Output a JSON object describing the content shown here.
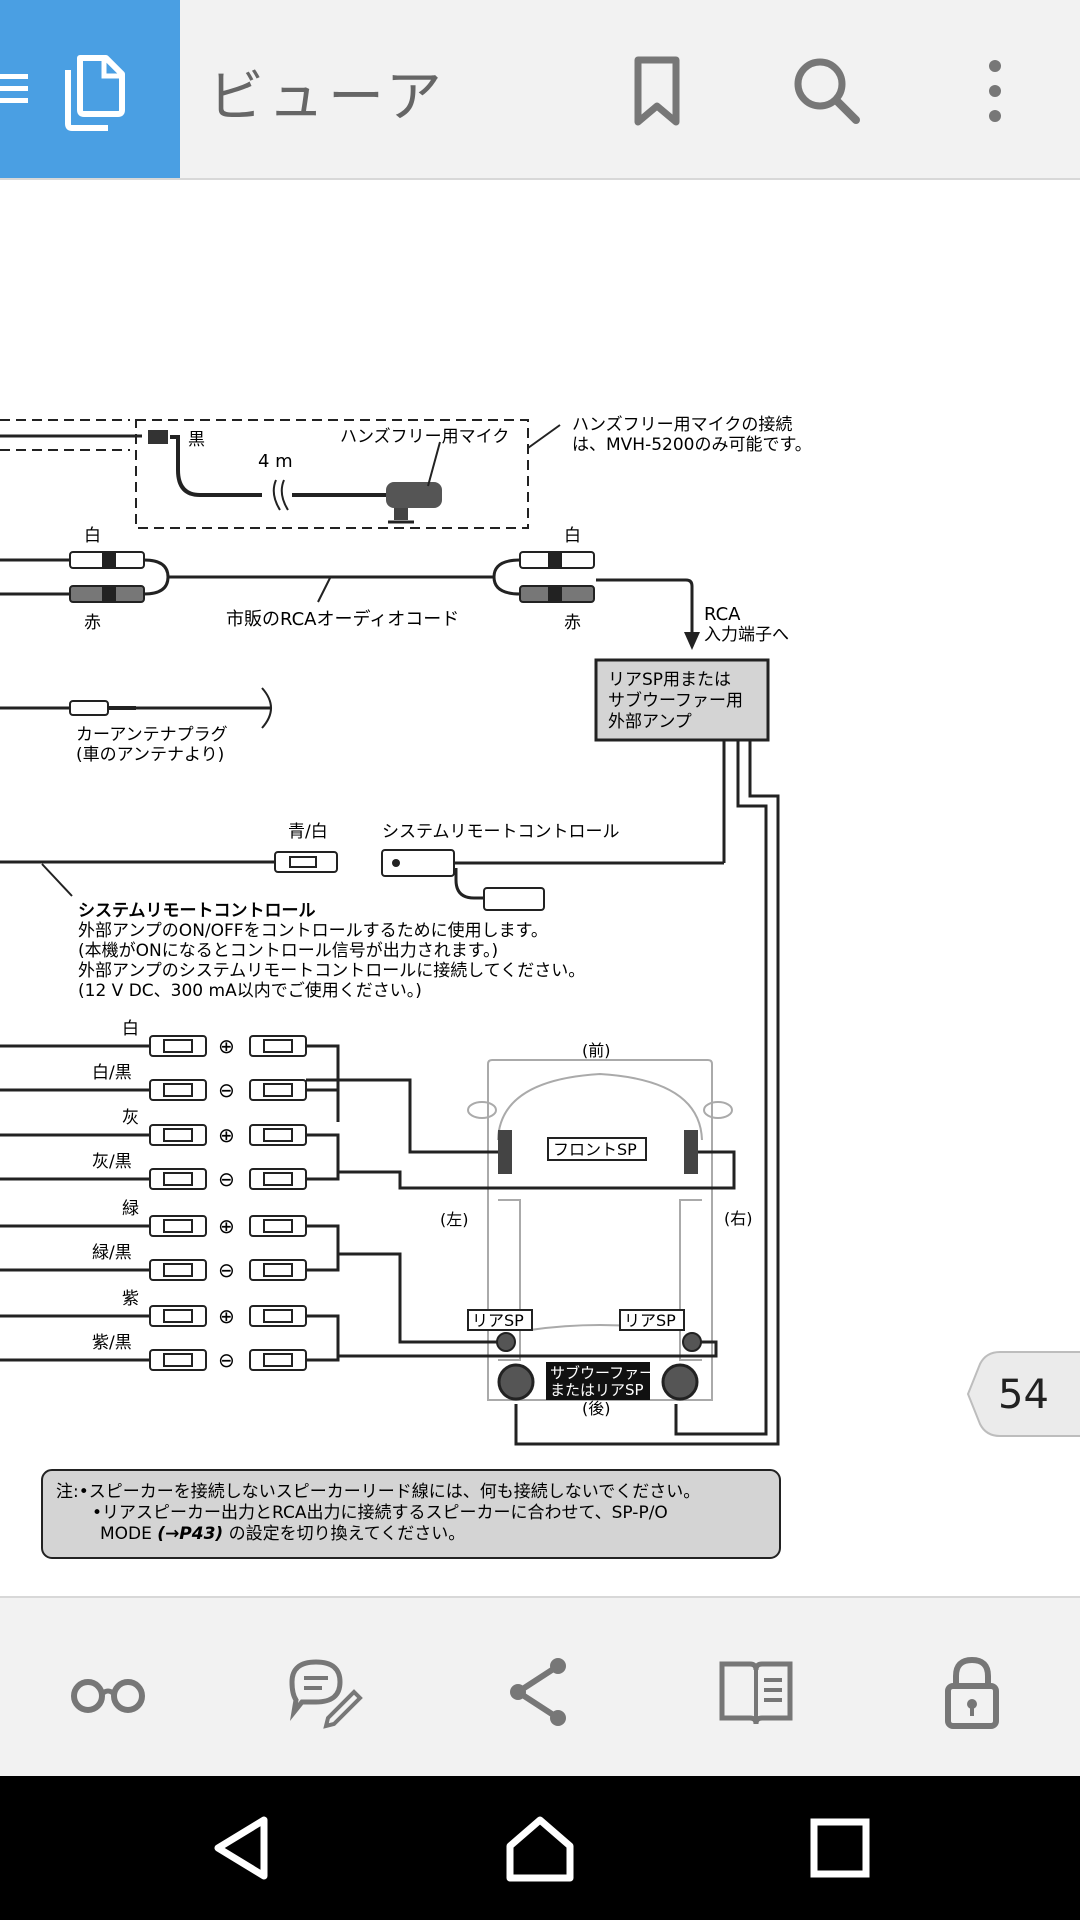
{
  "appbar": {
    "title": "ビューア",
    "menu_icon": "hamburger-menu-icon",
    "docs_icon": "documents-icon",
    "actions": [
      "bookmark-icon",
      "search-icon",
      "more-vert-icon"
    ],
    "accent_color": "#4a9fe3"
  },
  "diagram": {
    "black": "黒",
    "length": "4 m",
    "mic_label": "ハンズフリー用マイク",
    "mic_note_1": "ハンズフリー用マイクの接続",
    "mic_note_2": "は、MVH-5200のみ可能です。",
    "white": "白",
    "red": "赤",
    "rca_cord": "市販のRCAオーディオコード",
    "rca_in_1": "RCA",
    "rca_in_2": "入力端子へ",
    "amp_1": "リアSP用または",
    "amp_2": "サブウーファー用",
    "amp_3": "外部アンプ",
    "antenna_1": "カーアンテナプラグ",
    "antenna_2": "(車のアンテナより)",
    "blue_white": "青/白",
    "sys_remote": "システムリモートコントロール",
    "sys_title": "システムリモートコントロール",
    "sys_line1": "外部アンプのON/OFFをコントロールするために使用します。",
    "sys_line2": "(本機がONになるとコントロール信号が出力されます。)",
    "sys_line3": "外部アンプのシステムリモートコントロールに接続してください。",
    "sys_line4": "(12 V DC、300 mA以内でご使用ください。)",
    "front": "(前)",
    "rear": "(後)",
    "left": "(左)",
    "right": "(右)",
    "front_sp": "フロントSP",
    "rear_sp_left": "リアSP",
    "rear_sp_right": "リアSP",
    "sub_1": "サブウーファー",
    "sub_2": "またはリアSP",
    "wires": [
      "白",
      "白/黒",
      "灰",
      "灰/黒",
      "緑",
      "緑/黒",
      "紫",
      "紫/黒"
    ],
    "polarity": [
      "⊕",
      "⊖",
      "⊕",
      "⊖",
      "⊕",
      "⊖",
      "⊕",
      "⊖"
    ],
    "note_1": "注:•スピーカーを接続しないスピーカーリード線には、何も接続しないでください。",
    "note_2": "•リアスピーカー出力とRCA出力に接続するスピーカーに合わせて、SP-P/O",
    "note_3a": "MODE",
    "note_3b": "(→P43)",
    "note_3c": "の設定を切り換えてください。"
  },
  "page_indicator": "54",
  "bottom_bar": [
    "glasses-icon",
    "comment-edit-icon",
    "share-icon",
    "book-icon",
    "lock-icon"
  ],
  "system_nav": [
    "back-icon",
    "home-icon",
    "recents-icon"
  ]
}
